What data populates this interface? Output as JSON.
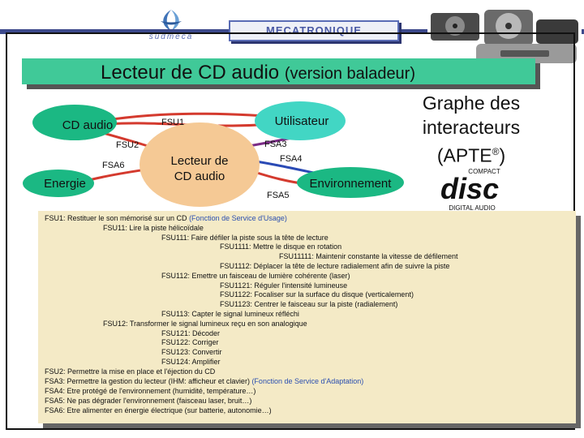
{
  "header": {
    "logo_text": "sudméca",
    "banner": "MECATRONIQUE"
  },
  "title": {
    "main": "Lecteur de CD audio",
    "suffix": "(version baladeur)"
  },
  "graph_title": {
    "line1": "Graphe des",
    "line2": "interacteurs",
    "line3": "(APTE",
    "sup": "®",
    "line3_end": ")"
  },
  "diagram": {
    "nodes": {
      "cd_audio": "CD audio",
      "energie": "Energie",
      "lecteur_line1": "Lecteur de",
      "lecteur_line2": "CD audio",
      "utilisateur": "Utilisateur",
      "environnement": "Environnement"
    },
    "labels": {
      "fsu1": "FSU1",
      "fsu2": "FSU2",
      "fsa6": "FSA6",
      "fsa3": "FSA3",
      "fsa4": "FSA4",
      "fsa5": "FSA5"
    },
    "colors": {
      "cd_node": "#1bb883",
      "lecteur_node": "#f5c995",
      "utilisateur_node": "#42d6c4",
      "fsu1_line": "#d43a2e",
      "fsa3_line": "#7b2c86",
      "fsa4_line": "#2a4ab5"
    }
  },
  "cd_logo": {
    "top": "COMPACT",
    "main": "disc",
    "bottom": "DIGITAL AUDIO"
  },
  "functions": {
    "lines": [
      {
        "pre": "FSU1: Restituer le son mémorisé sur un CD ",
        "post": "(Fonction de Service d'Usage)"
      },
      {
        "pre": "FSU11: Lire la piste hélicoïdale",
        "post": ""
      },
      {
        "pre": "FSU111: Faire défiler la piste sous la tête de lecture",
        "post": ""
      },
      {
        "pre": "FSU1111: Mettre le disque en rotation",
        "post": ""
      },
      {
        "pre": "FSU11111: Maintenir constante la vitesse de défilement",
        "post": ""
      },
      {
        "pre": "FSU1112: Déplacer la tête de lecture radialement afin de suivre la piste",
        "post": ""
      },
      {
        "pre": "FSU112: Emettre un faisceau de lumière cohérente (laser)",
        "post": ""
      },
      {
        "pre": "FSU1121: Réguler l'intensité lumineuse",
        "post": ""
      },
      {
        "pre": "FSU1122: Focaliser sur la surface du disque (verticalement)",
        "post": ""
      },
      {
        "pre": "FSU1123: Centrer le faisceau sur la piste (radialement)",
        "post": ""
      },
      {
        "pre": "FSU113: Capter le signal lumineux réfléchi",
        "post": ""
      },
      {
        "pre": "FSU12: Transformer le signal lumineux reçu en son analogique",
        "post": ""
      },
      {
        "pre": "FSU121: Décoder",
        "post": ""
      },
      {
        "pre": "FSU122: Corriger",
        "post": ""
      },
      {
        "pre": "FSU123: Convertir",
        "post": ""
      },
      {
        "pre": "FSU124: Amplifier",
        "post": ""
      },
      {
        "pre": "FSU2: Permettre la mise en place et l'éjection du CD",
        "post": ""
      },
      {
        "pre": "FSA3: Permettre la gestion du lecteur (IHM: afficheur et clavier) ",
        "post": "(Fonction de Service d'Adaptation)"
      },
      {
        "pre": "FSA4: Etre protégé de l'environnement (humidité, température…)",
        "post": ""
      },
      {
        "pre": "FSA5: Ne pas dégrader l'environnement (faisceau laser, bruit…)",
        "post": ""
      },
      {
        "pre": "FSA6: Etre alimenter en énergie électrique (sur batterie, autonomie…)",
        "post": ""
      }
    ]
  }
}
